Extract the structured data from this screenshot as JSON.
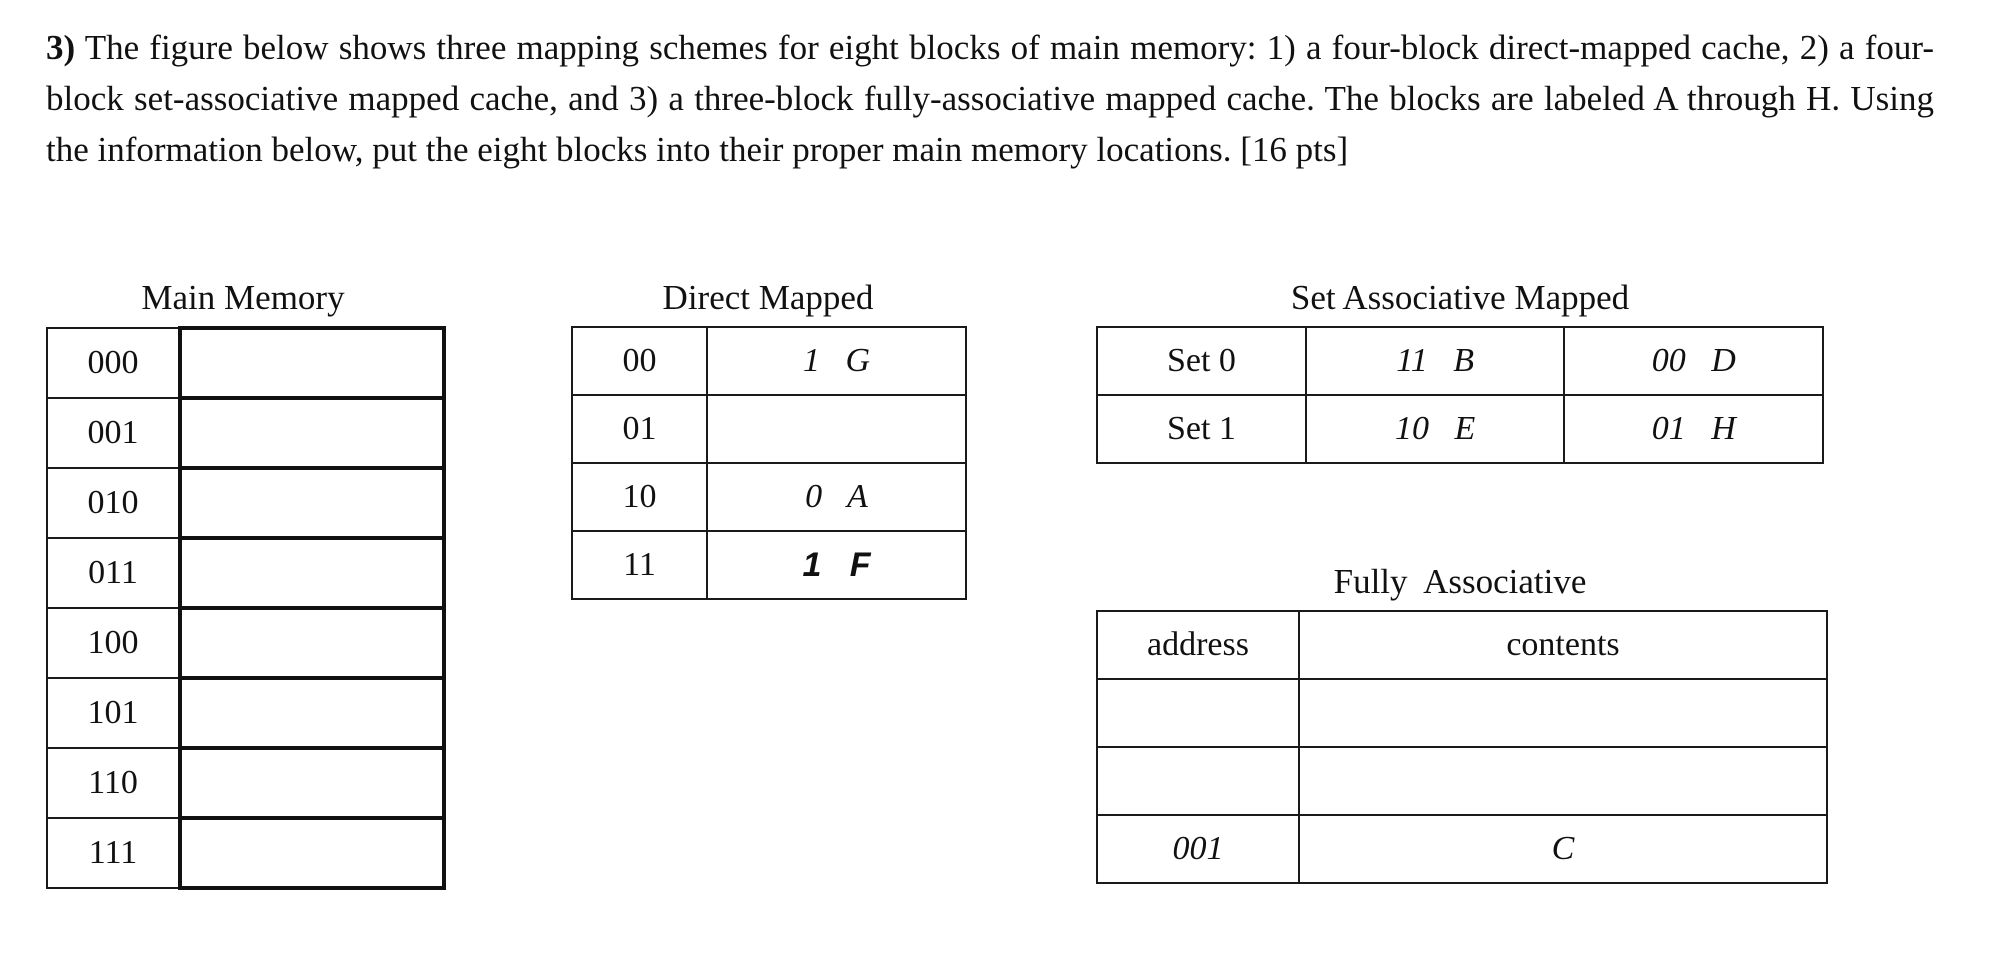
{
  "question": {
    "number": "3)",
    "text": "The figure below shows three mapping schemes for eight blocks of main memory: 1) a four-block direct-mapped cache, 2) a four-block set-associative mapped cache, and 3) a three-block fully-associative mapped cache.  The blocks are labeled A through H.  Using the information below, put the eight blocks into their proper main memory locations.  [16 pts]"
  },
  "main_memory": {
    "title": "Main Memory",
    "rows": [
      {
        "address": "000",
        "contents": ""
      },
      {
        "address": "001",
        "contents": ""
      },
      {
        "address": "010",
        "contents": ""
      },
      {
        "address": "011",
        "contents": ""
      },
      {
        "address": "100",
        "contents": ""
      },
      {
        "address": "101",
        "contents": ""
      },
      {
        "address": "110",
        "contents": ""
      },
      {
        "address": "111",
        "contents": ""
      }
    ]
  },
  "direct_mapped": {
    "title": "Direct Mapped",
    "rows": [
      {
        "address": "00",
        "contents": "1   G"
      },
      {
        "address": "01",
        "contents": ""
      },
      {
        "address": "10",
        "contents": "0   A"
      },
      {
        "address": "11",
        "contents": "1   F"
      }
    ]
  },
  "set_associative": {
    "title": "Set Associative Mapped",
    "rows": [
      {
        "set": "Set 0",
        "way0": "11   B",
        "way1": "00   D"
      },
      {
        "set": "Set 1",
        "way0": "10   E",
        "way1": "01   H"
      }
    ]
  },
  "fully_associative": {
    "title": "Fully  Associative",
    "header": {
      "address": "address",
      "contents": "contents"
    },
    "rows": [
      {
        "address": "",
        "contents": ""
      },
      {
        "address": "",
        "contents": ""
      },
      {
        "address": "001",
        "contents": "C"
      }
    ]
  },
  "colors": {
    "ink": "#111111",
    "rule": "#1a1a1a",
    "paper": "#ffffff"
  }
}
